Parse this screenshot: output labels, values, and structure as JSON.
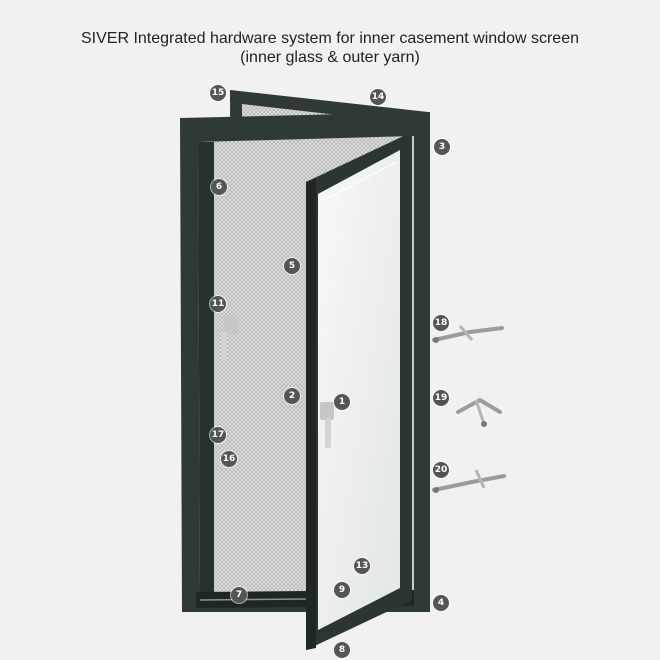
{
  "title": {
    "line1": "SIVER Integrated hardware system for inner casement window screen",
    "line2": "(inner glass & outer yarn)"
  },
  "callouts": [
    "1",
    "2",
    "3",
    "4",
    "5",
    "6",
    "7",
    "8",
    "9",
    "11",
    "13",
    "14",
    "15",
    "16",
    "17",
    "18",
    "19",
    "20"
  ],
  "colors": {
    "frame": "#2f3a37",
    "frame_dark": "#1f2725",
    "mesh": "#d6d6d6",
    "glass": "#eef1f1",
    "badge": "#555555",
    "hardware": "#b9b9b9"
  }
}
